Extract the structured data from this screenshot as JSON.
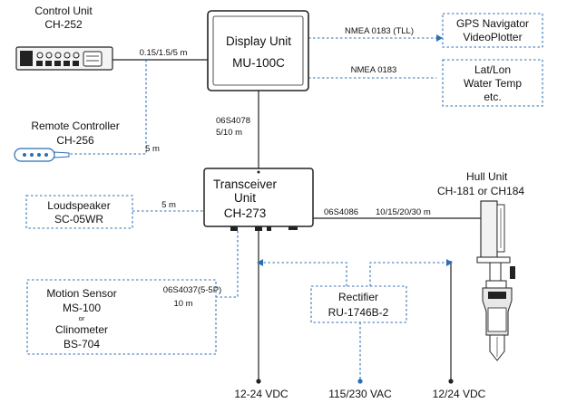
{
  "display_unit": {
    "name": "Display Unit",
    "model": "MU-100C"
  },
  "control_unit": {
    "name": "Control Unit",
    "model": "CH-252",
    "cable": "0.15/1.5/5 m"
  },
  "remote_controller": {
    "name": "Remote Controller",
    "model": "CH-256",
    "cable": "5 m"
  },
  "gps_box": {
    "line1": "GPS Navigator",
    "line2": "VideoPlotter"
  },
  "nmea_tll": "NMEA 0183 (TLL)",
  "nmea": "NMEA 0183",
  "latlon_box": {
    "line1": "Lat/Lon",
    "line2": "Water Temp",
    "line3": "etc."
  },
  "display_cable": {
    "code": "06S4078",
    "length": "5/10 m"
  },
  "transceiver": {
    "line1": "Transceiver",
    "line2": "Unit",
    "model": "CH-273"
  },
  "loudspeaker": {
    "name": "Loudspeaker",
    "model": "SC-05WR",
    "cable": "5 m"
  },
  "hull_unit": {
    "name": "Hull Unit",
    "model": "CH-181 or CH184"
  },
  "hull_cable": {
    "code": "06S4086",
    "length": "10/15/20/30 m"
  },
  "motion_sensor": {
    "name": "Motion Sensor",
    "model": "MS-100",
    "or": "or",
    "alt_name": "Clinometer",
    "alt_model": "BS-704"
  },
  "motion_cable": {
    "code": "06S4037(5-5P)",
    "length": "10 m"
  },
  "rectifier": {
    "name": "Rectifier",
    "model": "RU-1746B-2"
  },
  "power": {
    "left": "12-24 VDC",
    "middle": "115/230 VAC",
    "right": "12/24 VDC"
  },
  "colors": {
    "dashed_line": "#2a6fb5",
    "solid_line": "#222222"
  }
}
